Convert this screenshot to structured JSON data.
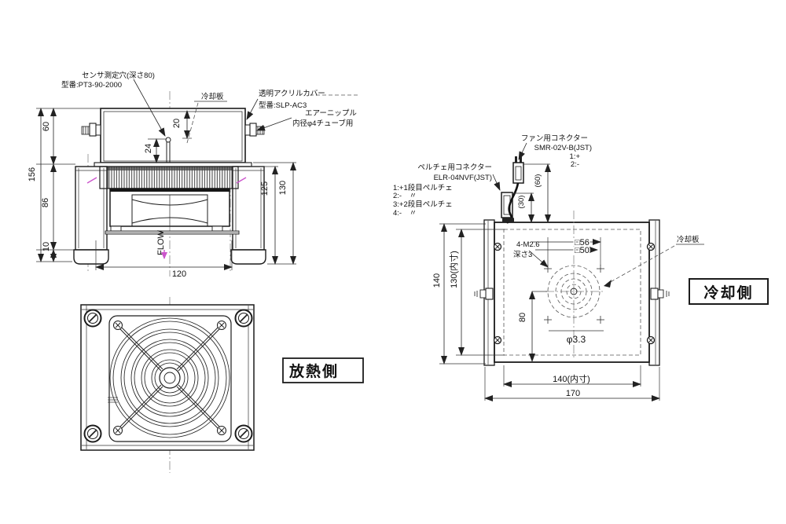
{
  "side_view": {
    "sensor_hole_label": "センサ測定穴(深さ80)",
    "sensor_model_label": "型番:PT3-90-2000",
    "cooling_plate_label": "冷却板",
    "acrylic_cover_label": "透明アクリルカバー",
    "acrylic_cover_model_label": "型番:SLP-AC3",
    "air_nipple_label": "エアーニップル",
    "air_nipple_note_label": "内径φ4チューブ用",
    "flow_label": "FLOW",
    "dim_cover_height": "60",
    "dim_total_height": "156",
    "dim_body_height": "86",
    "dim_foot_height": "10",
    "dim_width": "120",
    "dim_sensor_pin": "24",
    "dim_cover_inner": "20",
    "dim_inner_height": "125",
    "dim_outer_height": "130"
  },
  "front_view": {
    "hot_side_label": "放熱側"
  },
  "cold_view": {
    "fan_connector_label": "ファン用コネクター",
    "fan_connector_model": "SMR-02V-B(JST)",
    "fan_pin1": "1:+",
    "fan_pin2": "2:-",
    "peltier_connector_label": "ペルチェ用コネクター",
    "peltier_connector_model": "ELR-04NVF(JST)",
    "peltier_pin1": "1:+1段目ペルチェ",
    "peltier_pin2": "2:-　〃",
    "peltier_pin3": "3:+2段目ペルチェ",
    "peltier_pin4": "4:-　〃",
    "cooling_plate_label": "冷却板",
    "cold_side_label": "冷却側",
    "tap_hole_label": "4-M2.6",
    "tap_depth_label": "深さ3",
    "center_hole_label": "φ3.3",
    "dim_wire_30": "(30)",
    "dim_wire_60": "(60)",
    "dim_height": "140",
    "dim_inner_height": "130(内寸)",
    "dim_center": "80",
    "dim_inner_width": "140(内寸)",
    "dim_width": "170",
    "dim_square56": "□56",
    "dim_square50": "□50"
  },
  "colors": {
    "line": "#1c1c1c",
    "magenta": "#cc55cc",
    "background": "#ffffff"
  }
}
